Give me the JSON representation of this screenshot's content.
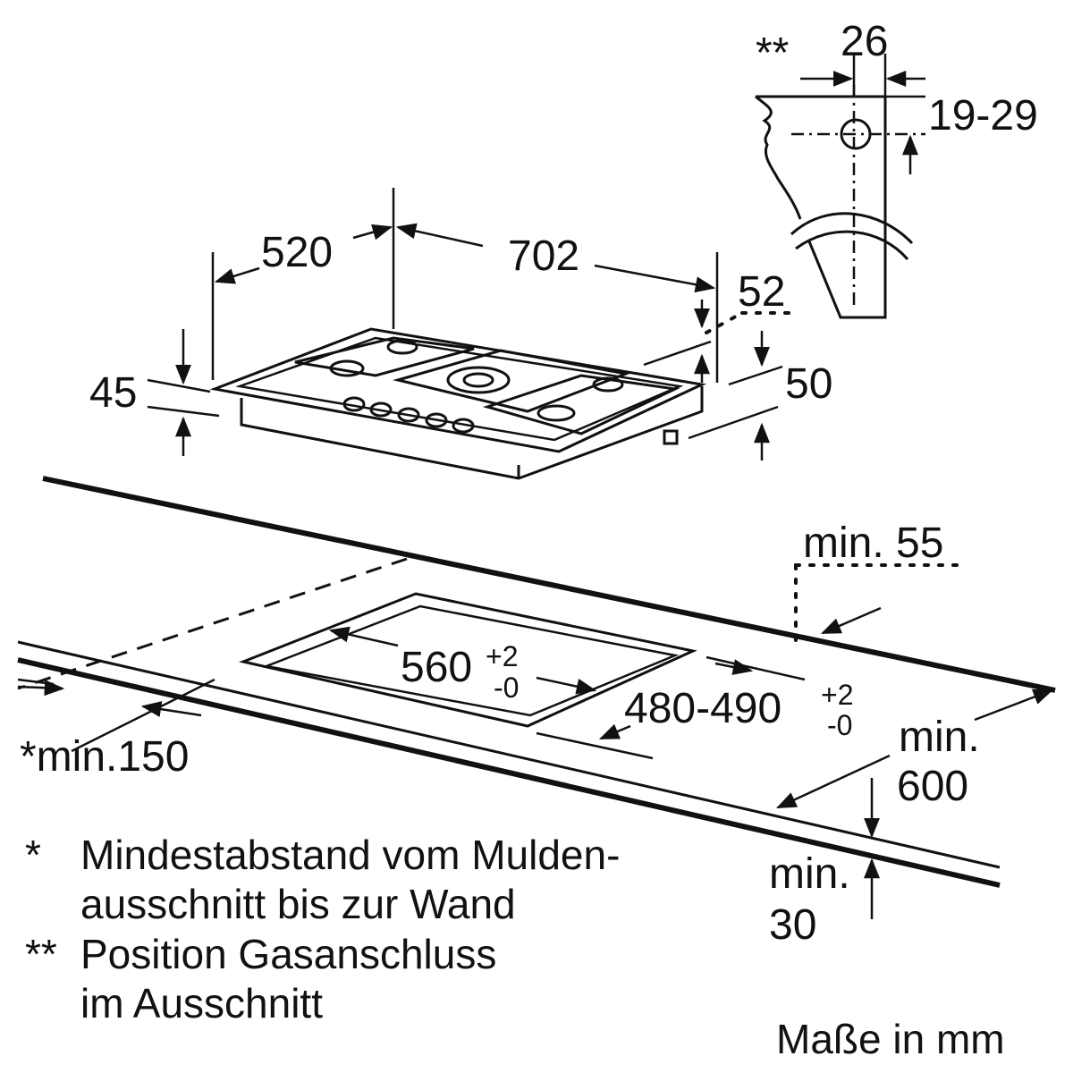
{
  "dimensions": {
    "d26": "26",
    "d19_29": "19-29",
    "gas_marker": "**",
    "d520": "520",
    "d702": "702",
    "d52": "52",
    "d45": "45",
    "d50": "50",
    "min55": "min. 55",
    "d560": "560",
    "d560_sup": "+2",
    "d560_sub": "-0",
    "d480_490": "480-490",
    "d480_sup": "+2",
    "d480_sub": "-0",
    "min150": "*min.150",
    "min600_a": "min.",
    "min600_b": "600",
    "min30_a": "min.",
    "min30_b": "30"
  },
  "notes": {
    "star_mark": "*",
    "star_line1": "Mindestabstand vom Mulden-",
    "star_line2": "ausschnitt bis zur Wand",
    "dstar_mark": "**",
    "dstar_line1": "Position Gasanschluss",
    "dstar_line2": "im Ausschnitt"
  },
  "units": "Maße in mm"
}
